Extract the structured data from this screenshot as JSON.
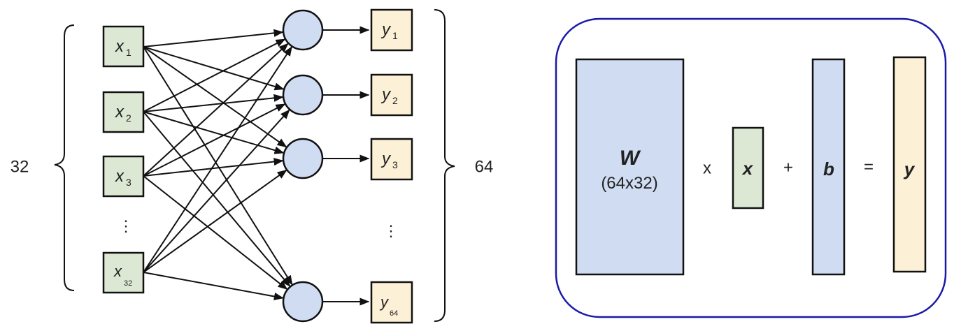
{
  "left_panel": {
    "input_count_label": "32",
    "output_count_label": "64",
    "inputs": [
      {
        "var": "x",
        "sub": "1"
      },
      {
        "var": "x",
        "sub": "2"
      },
      {
        "var": "x",
        "sub": "3"
      },
      {
        "var": "x",
        "sub": "32"
      }
    ],
    "outputs": [
      {
        "var": "y",
        "sub": "1"
      },
      {
        "var": "y",
        "sub": "2"
      },
      {
        "var": "y",
        "sub": "3"
      },
      {
        "var": "y",
        "sub": "64"
      }
    ],
    "ellipsis": "⋮"
  },
  "right_panel": {
    "weight_label": "W",
    "weight_dims": "(64x32)",
    "times_op": "x",
    "input_label": "x",
    "plus_op": "+",
    "bias_label": "b",
    "equals_op": "=",
    "output_label": "y"
  },
  "colors": {
    "input_fill": "#dde8d4",
    "neuron_fill": "#cfdcf2",
    "output_fill": "#fcf1d6",
    "matrix_fill": "#cfdcf2",
    "frame_border": "#1a1aa8",
    "stroke": "#111111"
  }
}
